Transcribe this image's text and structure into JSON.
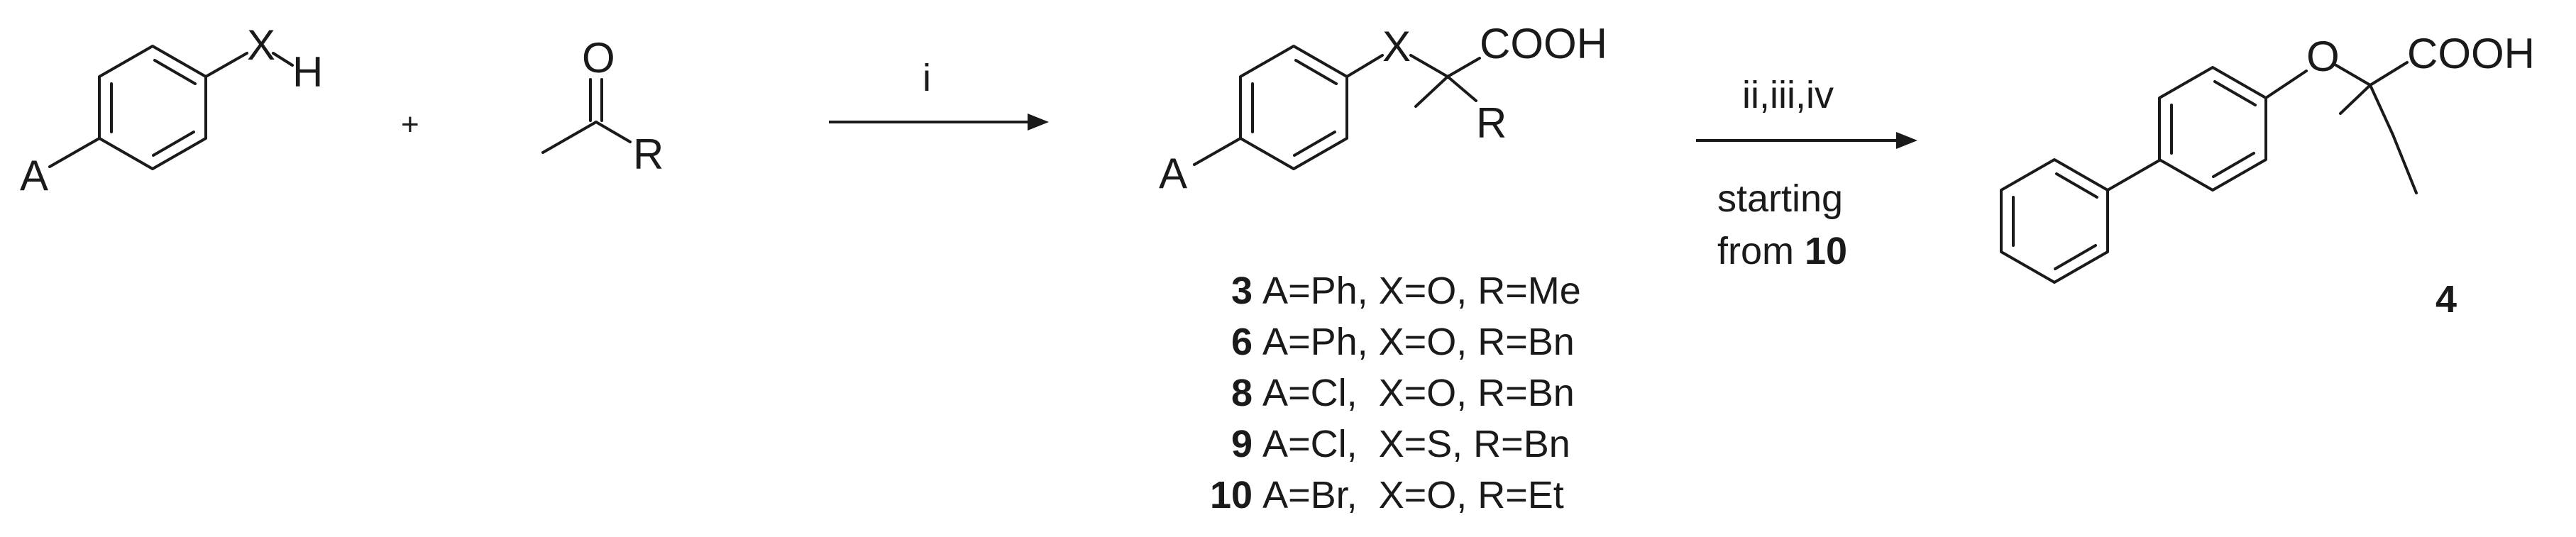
{
  "reactant1": {
    "sub_a": "A",
    "sub_x": "X",
    "sub_h": "H"
  },
  "plus": "+",
  "ketone": {
    "o": "O",
    "r": "R"
  },
  "step1": {
    "label": "i"
  },
  "product_general": {
    "sub_a": "A",
    "sub_x": "X",
    "acid": "COOH",
    "r": "R"
  },
  "compounds": [
    {
      "number": "3",
      "desc": "A=Ph, X=O, R=Me"
    },
    {
      "number": "6",
      "desc": "A=Ph, X=O, R=Bn"
    },
    {
      "number": "8",
      "desc": "A=Cl,  X=O, R=Bn"
    },
    {
      "number": "9",
      "desc": "A=Cl,  X=S, R=Bn"
    },
    {
      "number": "10",
      "desc": "A=Br,  X=O, R=Et"
    }
  ],
  "step2": {
    "reagents": "ii,iii,iv",
    "note_line1": "starting",
    "note_line2_prefix": "from ",
    "note_line2_bold": "10"
  },
  "final_product": {
    "o": "O",
    "acid": "COOH",
    "number": "4"
  }
}
